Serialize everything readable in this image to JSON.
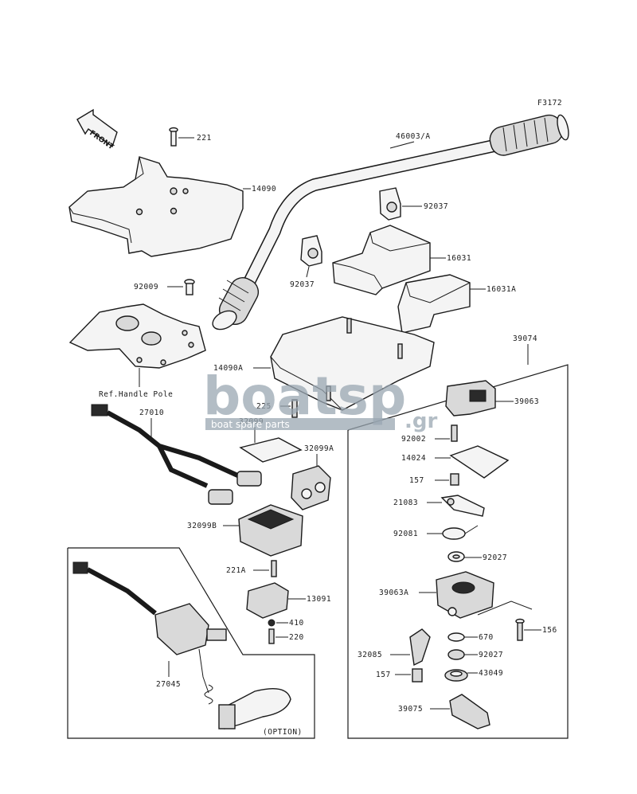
{
  "figure_code": "F3172",
  "front_label": "FRONT",
  "ref_note": "Ref.Handle Pole",
  "option_label": "(OPTION)",
  "watermark": {
    "brand": "boatsp",
    "tld": ".gr",
    "tagline": "boat spare parts"
  },
  "callouts": {
    "p221": "221",
    "p14090": "14090",
    "p46003A": "46003/A",
    "p92037a": "92037",
    "p92037b": "92037",
    "p16031": "16031",
    "p16031A": "16031A",
    "p92009": "92009",
    "p39074": "39074",
    "p14090A": "14090A",
    "p39063": "39063",
    "p225": "225",
    "p27010": "27010",
    "p32099": "32099",
    "p32099A": "32099A",
    "p92002": "92002",
    "p14024": "14024",
    "p157a": "157",
    "p21083": "21083",
    "p32099B": "32099B",
    "p92081": "92081",
    "p92027a": "92027",
    "p221A": "221A",
    "p39063A": "39063A",
    "p13091": "13091",
    "p410": "410",
    "p220": "220",
    "p156": "156",
    "p670": "670",
    "p32085": "32085",
    "p92027b": "92027",
    "p157b": "157",
    "p43049": "43049",
    "p27045": "27045",
    "p39075": "39075"
  }
}
